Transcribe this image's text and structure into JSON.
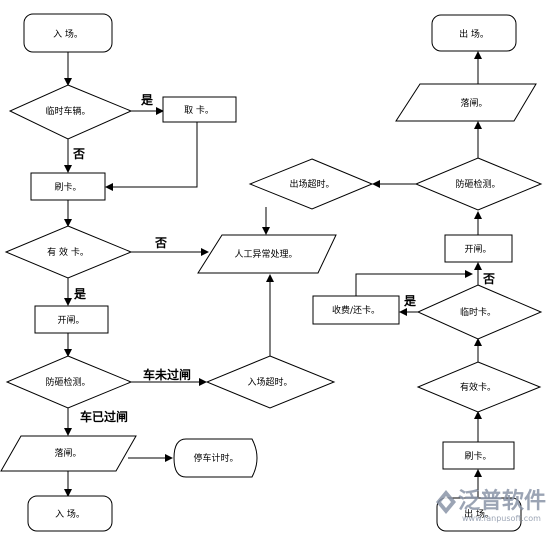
{
  "nodes": {
    "entry_start": "入  场。",
    "temp_vehicle_left": "临时车辆。",
    "take_card": "取  卡。",
    "swipe_card_left": "刷卡。",
    "valid_card": "有  效  卡。",
    "manual_exception": "人工异常处理。",
    "open_gate_left": "开闸。",
    "anti_smash_left": "防砸检测。",
    "entry_timeout": "入场超时。",
    "drop_gate_left": "落闸。",
    "parking_timer": "停车计时。",
    "entry_end": "入  场。",
    "exit_end": "出  场。",
    "drop_gate_right": "落闸。",
    "exit_timeout": "出场超时。",
    "anti_smash_right": "防砸检测。",
    "open_gate_right": "开闸。",
    "temp_card_right": "临时卡。",
    "pay_return_card": "收费/还卡。",
    "valid_card_right": "有效卡。",
    "swipe_card_right": "刷卡。",
    "exit_start": "出  场。"
  },
  "edge_labels": {
    "yes_take_card": "是",
    "no_swipe": "否",
    "no_manual": "否",
    "yes_open_gate": "是",
    "car_not_passed": "车未过闸",
    "car_passed": "车已过闸",
    "no_open_gate_right": "否",
    "yes_pay": "是"
  },
  "logo": {
    "name": "泛普软件",
    "url": "www.fanpusoft.com",
    "mark_color": "#8a95a8"
  }
}
